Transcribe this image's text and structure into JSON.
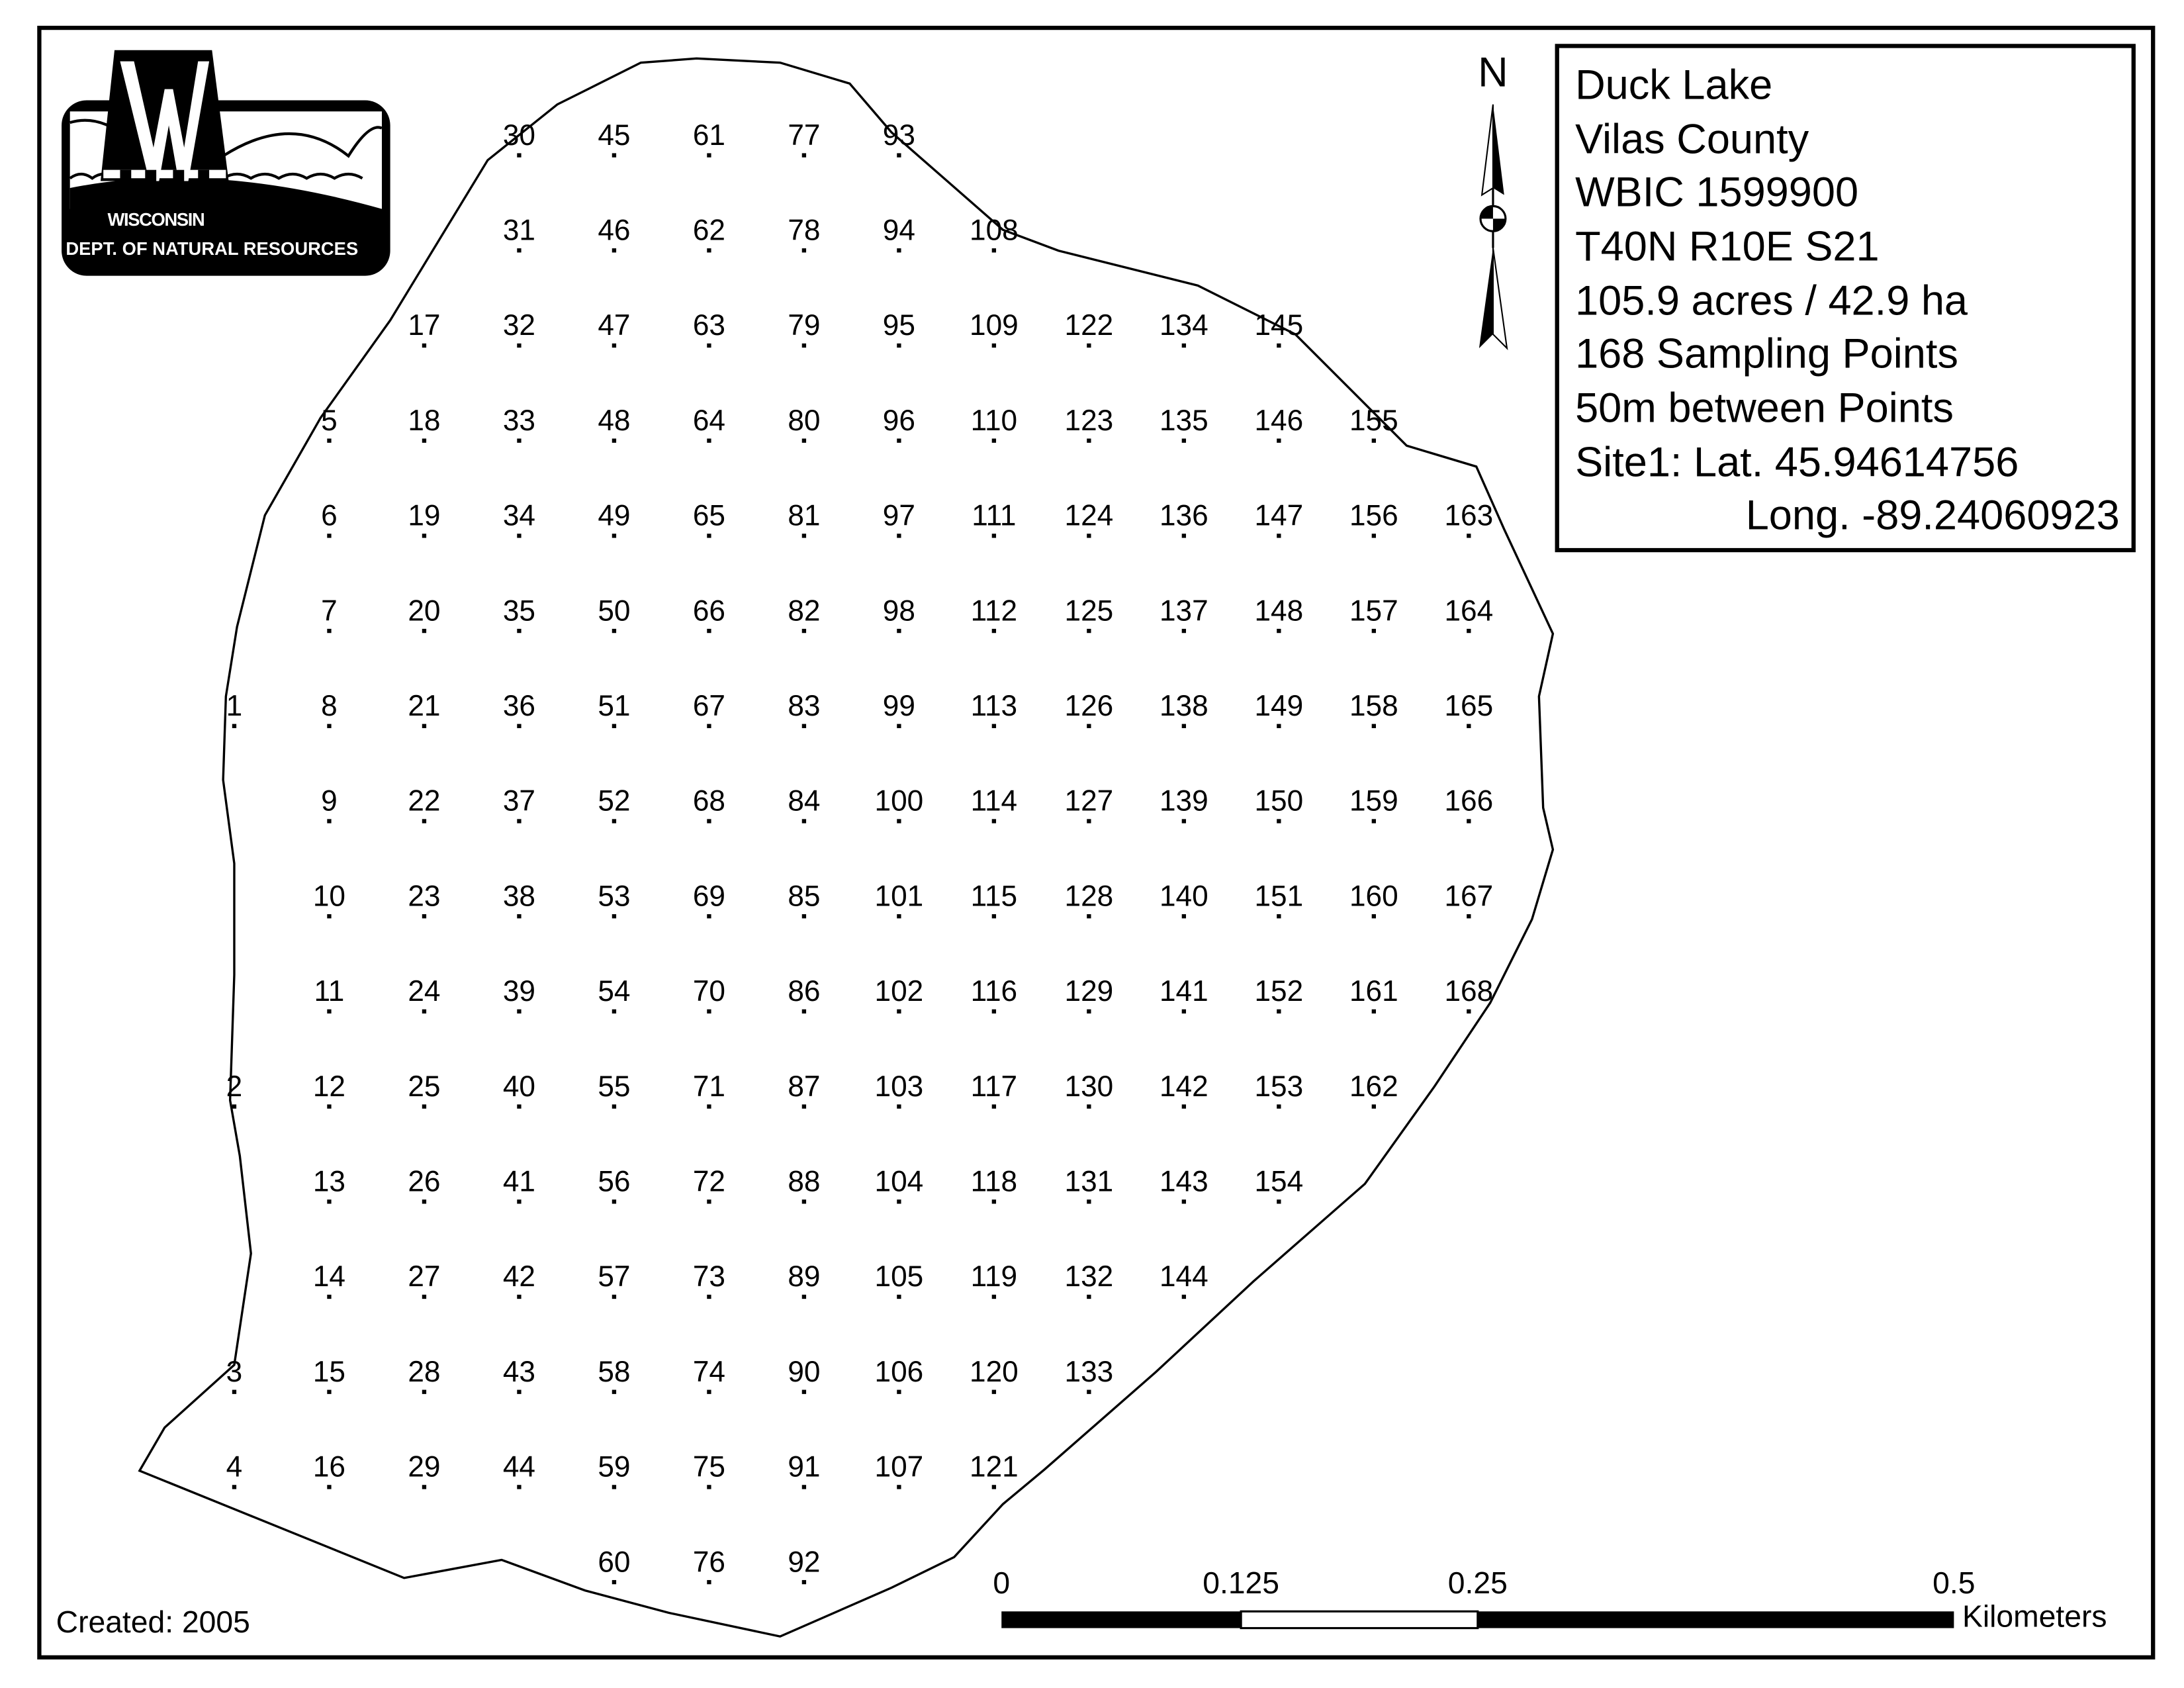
{
  "logo": {
    "line1": "WISCONSIN",
    "line2": "DEPT. OF NATURAL RESOURCES"
  },
  "north_label": "N",
  "info": {
    "lake": "Duck Lake",
    "county": "Vilas County",
    "wbic": "WBIC 1599900",
    "plss": "T40N R10E S21",
    "area": "105.9 acres / 42.9 ha",
    "points": "168 Sampling Points",
    "spacing": "50m between Points",
    "site_lat": "Site1: Lat. 45.94614756",
    "site_long": "Long. -89.24060923"
  },
  "scale_bar": {
    "ticks": [
      "0",
      "0.125",
      "0.25",
      "0.5"
    ],
    "units": "Kilometers"
  },
  "created": "Created: 2005",
  "grid_rows": [
    [
      null,
      null,
      null,
      "30",
      "45",
      "61",
      "77",
      "93",
      null,
      null,
      null,
      null,
      null,
      null
    ],
    [
      null,
      null,
      null,
      "31",
      "46",
      "62",
      "78",
      "94",
      "108",
      null,
      null,
      null,
      null,
      null
    ],
    [
      null,
      null,
      "17",
      "32",
      "47",
      "63",
      "79",
      "95",
      "109",
      "122",
      "134",
      "145",
      null,
      null
    ],
    [
      null,
      "5",
      "18",
      "33",
      "48",
      "64",
      "80",
      "96",
      "110",
      "123",
      "135",
      "146",
      "155",
      null
    ],
    [
      null,
      "6",
      "19",
      "34",
      "49",
      "65",
      "81",
      "97",
      "111",
      "124",
      "136",
      "147",
      "156",
      "163"
    ],
    [
      null,
      "7",
      "20",
      "35",
      "50",
      "66",
      "82",
      "98",
      "112",
      "125",
      "137",
      "148",
      "157",
      "164"
    ],
    [
      "1",
      "8",
      "21",
      "36",
      "51",
      "67",
      "83",
      "99",
      "113",
      "126",
      "138",
      "149",
      "158",
      "165"
    ],
    [
      null,
      "9",
      "22",
      "37",
      "52",
      "68",
      "84",
      "100",
      "114",
      "127",
      "139",
      "150",
      "159",
      "166"
    ],
    [
      null,
      "10",
      "23",
      "38",
      "53",
      "69",
      "85",
      "101",
      "115",
      "128",
      "140",
      "151",
      "160",
      "167"
    ],
    [
      null,
      "11",
      "24",
      "39",
      "54",
      "70",
      "86",
      "102",
      "116",
      "129",
      "141",
      "152",
      "161",
      "168"
    ],
    [
      "2",
      "12",
      "25",
      "40",
      "55",
      "71",
      "87",
      "103",
      "117",
      "130",
      "142",
      "153",
      "162",
      null
    ],
    [
      null,
      "13",
      "26",
      "41",
      "56",
      "72",
      "88",
      "104",
      "118",
      "131",
      "143",
      "154",
      null,
      null
    ],
    [
      null,
      "14",
      "27",
      "42",
      "57",
      "73",
      "89",
      "105",
      "119",
      "132",
      "144",
      null,
      null,
      null
    ],
    [
      "3",
      "15",
      "28",
      "43",
      "58",
      "74",
      "90",
      "106",
      "120",
      "133",
      null,
      null,
      null,
      null
    ],
    [
      "4",
      "16",
      "29",
      "44",
      "59",
      "75",
      "91",
      "107",
      "121",
      null,
      null,
      null,
      null,
      null
    ],
    [
      null,
      null,
      null,
      null,
      "60",
      "76",
      "92",
      null,
      null,
      null,
      null,
      null,
      null,
      null
    ]
  ]
}
